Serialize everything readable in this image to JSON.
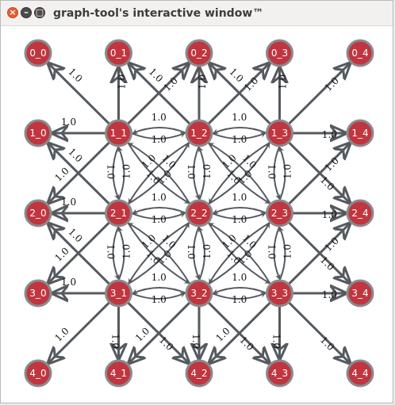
{
  "window": {
    "title": "graph-tool's interactive window™",
    "close_glyph": "×",
    "min_glyph": "–",
    "max_glyph": "□"
  },
  "graph": {
    "colors": {
      "node": "#c0353f",
      "node_border": "#8a8a8a",
      "edge": "#555a5f",
      "label": "#ffffff"
    },
    "edge_label": "1.0",
    "grid_rows": 5,
    "grid_cols": 5,
    "nodes": [
      "0_0",
      "0_1",
      "0_2",
      "0_3",
      "0_4",
      "1_0",
      "1_1",
      "1_2",
      "1_3",
      "1_4",
      "2_0",
      "2_1",
      "2_2",
      "2_3",
      "2_4",
      "3_0",
      "3_1",
      "3_2",
      "3_3",
      "3_4",
      "4_0",
      "4_1",
      "4_2",
      "4_3",
      "4_4"
    ]
  }
}
